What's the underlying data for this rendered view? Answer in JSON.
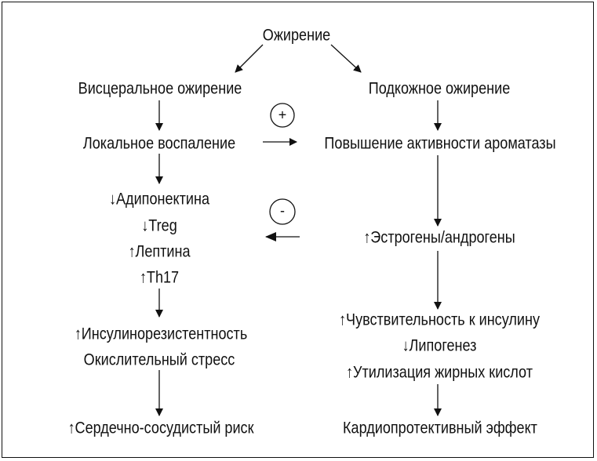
{
  "top": "Ожирение",
  "left": {
    "visceral": "Висцеральное ожирение",
    "inflammation": "Локальное воспаление",
    "markers": [
      {
        "arrow": "↓",
        "label": "Адипонектина"
      },
      {
        "arrow": "↓",
        "label": "Treg"
      },
      {
        "arrow": "↑",
        "label": "Лептина"
      },
      {
        "arrow": "↑",
        "label": "Th17"
      }
    ],
    "insulin_resistance": {
      "arrow": "↑",
      "label": "Инсулинорезистентность"
    },
    "oxidative": "Окислительный стресс",
    "outcome": {
      "arrow": "↑",
      "label": "Сердечно-сосудистый риск"
    }
  },
  "right": {
    "subcutaneous": "Подкожное ожирение",
    "aromatase": "Повышение активности ароматазы",
    "hormones": {
      "arrow": "↑",
      "label": "Эстрогены/андрогены"
    },
    "effects": [
      {
        "arrow": "↑",
        "label": "Чувствительность к инсулину"
      },
      {
        "arrow": "↓",
        "label": "Липогенез"
      },
      {
        "arrow": "↑",
        "label": "Утилизация жирных кислот"
      }
    ],
    "outcome": "Кардиопротективный эффект"
  },
  "signs": {
    "plus": "+",
    "minus": "-"
  }
}
